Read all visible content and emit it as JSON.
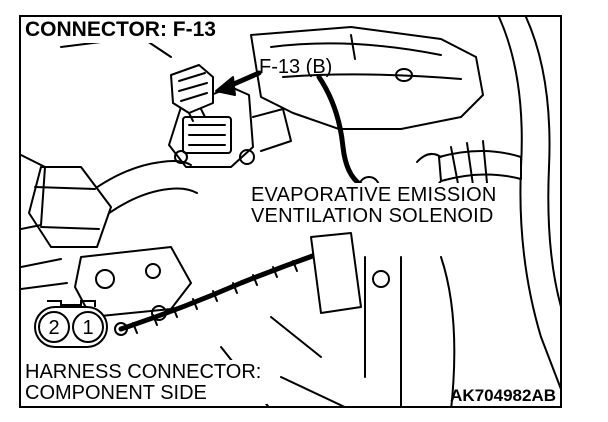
{
  "title": "CONNECTOR: F-13",
  "callout": {
    "text": "F-13 (B)"
  },
  "component_label": {
    "line1": "EVAPORATIVE EMISSION",
    "line2": "VENTILATION SOLENOID"
  },
  "connector_side_label": {
    "line1": "HARNESS CONNECTOR:",
    "line2": "COMPONENT SIDE"
  },
  "pins": [
    {
      "number": "2"
    },
    {
      "number": "1"
    }
  ],
  "figure_id": "AK704982AB",
  "colors": {
    "line": "#000000",
    "background": "#ffffff"
  }
}
